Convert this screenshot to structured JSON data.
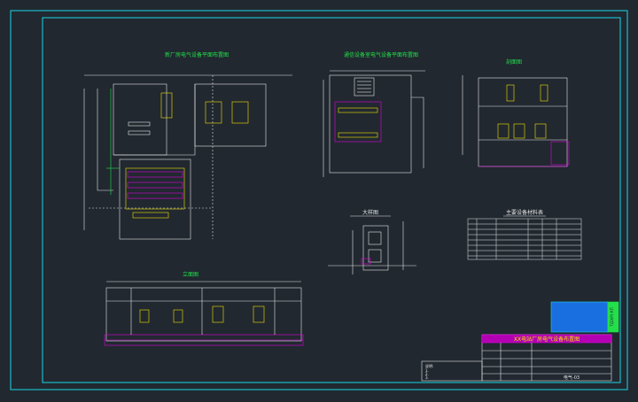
{
  "sheet": {
    "background": "#212830",
    "frame_color": "#19d7e6",
    "line_color": "#e6e6e6",
    "accent_yellow": "#f2e300",
    "accent_magenta": "#e000e0",
    "accent_green": "#22e04a",
    "accent_blue": "#1a6fe0"
  },
  "views": {
    "plan_a_title": "新厂房电气设备平面布置图",
    "plan_b_title": "通信设备室电气设备平面布置图",
    "section_c_title": "剖面图",
    "elevation_title": "立面图",
    "detail_title": "大样图",
    "table_title": "主要设备材料表"
  },
  "title_block": {
    "project_name": "XX电站厂房电气设备布置图",
    "side_label": "ТДЭ(Р)-КП",
    "drawing_no": "电气-03",
    "notes": [
      "说明:",
      "1.",
      "2.",
      "3."
    ]
  }
}
